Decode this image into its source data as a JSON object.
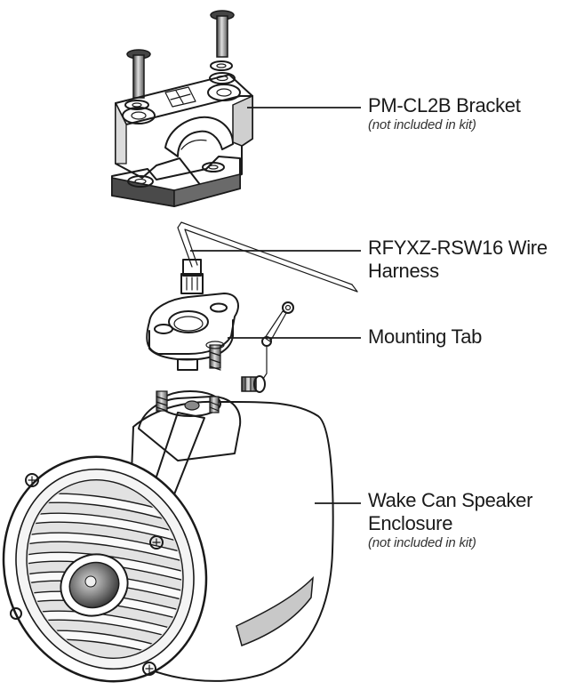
{
  "labels": {
    "bracket": {
      "name": "PM-CL2B Bracket",
      "note": "(not included in kit)"
    },
    "harness": {
      "line1": "RFYXZ-RSW16 Wire",
      "line2": "Harness"
    },
    "tab": {
      "name": "Mounting Tab"
    },
    "enclosure": {
      "line1": "Wake Can Speaker",
      "line2": "Enclosure",
      "note": "(not included in kit)"
    }
  },
  "colors": {
    "ink": "#1a1a1a",
    "shade": "#9a9a9a",
    "dark": "#3a3a3a",
    "light": "#d8d8d8"
  }
}
